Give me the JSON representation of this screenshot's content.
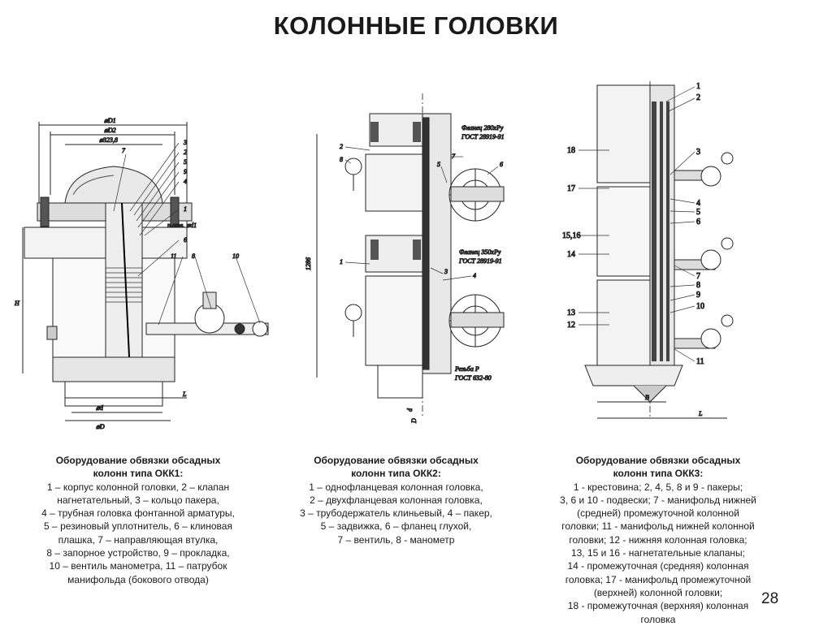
{
  "title": "КОЛОННЫЕ ГОЛОВКИ",
  "page_number": "28",
  "figures": {
    "okk1": {
      "dims": [
        "⌀D1",
        "⌀D2",
        "⌀323,8",
        "H",
        "L",
        "⌀d",
        "⌀D",
        "n отв. ⌀d1"
      ],
      "callouts": [
        "7",
        "3",
        "2",
        "5",
        "9",
        "4",
        "1",
        "6",
        "11",
        "8",
        "10"
      ]
    },
    "okk2": {
      "notes": [
        "Фланец 280хРу",
        "ГОСТ 28919-91",
        "Фланец 350хРу",
        "ГОСТ 28919-91",
        "Резьба Р",
        "ГОСТ 632-80"
      ],
      "dims": [
        "1286",
        "d",
        "D"
      ],
      "callouts": [
        "2",
        "8",
        "7",
        "6",
        "5",
        "3",
        "1",
        "4"
      ]
    },
    "okk3": {
      "callouts": [
        "1",
        "2",
        "18",
        "3",
        "17",
        "4",
        "5",
        "6",
        "15,16",
        "14",
        "7",
        "8",
        "9",
        "10",
        "13",
        "12",
        "11"
      ],
      "dims": [
        "B",
        "L"
      ]
    }
  },
  "captions": {
    "okk1": {
      "title_lines": [
        "Оборудование обвязки обсадных",
        "колонн типа ОКК1:"
      ],
      "lines": [
        "1 – корпус колонной головки, 2 – клапан",
        "нагнетательный, 3 – кольцо пакера,",
        "4 – трубная головка фонтанной арматуры,",
        "5 – резиновый уплотнитель, 6 – клиновая",
        "плашка, 7 – направляющая втулка,",
        "8 – запорное устройство, 9 – прокладка,",
        "10 – вентиль манометра, 11 – патрубок",
        "манифольда (бокового отвода)"
      ]
    },
    "okk2": {
      "title_lines": [
        "Оборудование обвязки обсадных",
        "колонн типа ОКК2:"
      ],
      "lines": [
        "1 – однофланцевая колонная головка,",
        "2 – двухфланцевая колонная головка,",
        "3 – трубодержатель клиньевый, 4 – пакер,",
        "5 – задвижка, 6 – фланец глухой,",
        "7 – вентиль, 8 - манометр"
      ]
    },
    "okk3": {
      "title_lines": [
        "Оборудование обвязки обсадных",
        "колонн типа ОКК3:"
      ],
      "lines": [
        "1 - крестовина; 2, 4, 5, 8 и 9 - пакеры;",
        "3, 6 и 10 - подвески; 7 - манифольд нижней",
        "(средней) промежуточной колонной",
        "головки; 11 - манифольд нижней колонной",
        "головки; 12 - нижняя колонная головка;",
        "13, 15 и 16 - нагнетательные клапаны;",
        "14 - промежуточная (средняя) колонная",
        "головка; 17 - манифольд промежуточной",
        "(верхней) колонной головки;",
        "18 - промежуточная (верхняя) колонная",
        "головка"
      ]
    }
  }
}
